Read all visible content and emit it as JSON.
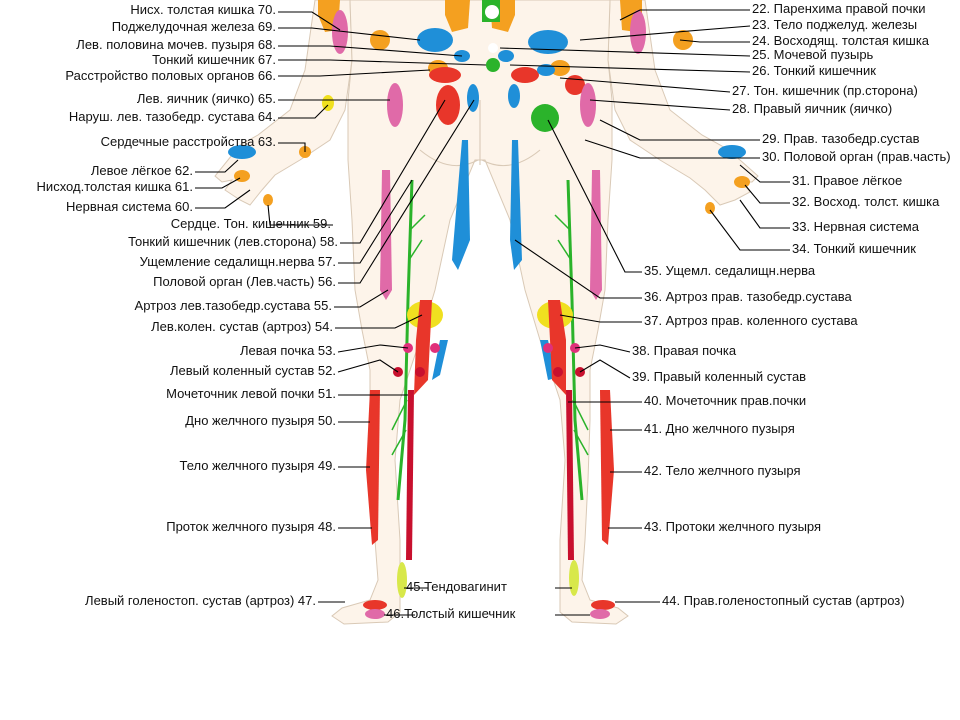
{
  "colors": {
    "skin": "#fdf4ea",
    "orange": "#f4a020",
    "pink": "#e06aa8",
    "blue": "#1f8fd8",
    "red": "#e8362a",
    "green": "#2bb32b",
    "yellow": "#f0e020",
    "magenta": "#e0307a",
    "crimson": "#c8102e"
  },
  "labels_left": [
    {
      "id": "70",
      "text": "Нисх. толстая кишка 70."
    },
    {
      "id": "69",
      "text": "Поджелудочная железа 69."
    },
    {
      "id": "68",
      "text": "Лев. половина мочев. пузыря 68."
    },
    {
      "id": "67",
      "text": "Тонкий кишечник 67."
    },
    {
      "id": "66",
      "text": "Расстройство половых органов 66."
    },
    {
      "id": "65",
      "text": "Лев. яичник (яичко) 65."
    },
    {
      "id": "64",
      "text": "Наруш. лев. тазобедр. сустава 64."
    },
    {
      "id": "63",
      "text": "Сердечные расстройства 63."
    },
    {
      "id": "62",
      "text": "Левое лёгкое 62."
    },
    {
      "id": "61",
      "text": "Нисход.толстая кишка 61."
    },
    {
      "id": "60",
      "text": "Нервная система 60."
    },
    {
      "id": "59",
      "text": "Сердце. Тон. кишечник 59."
    },
    {
      "id": "58",
      "text": "Тонкий кишечник (лев.сторона) 58."
    },
    {
      "id": "57",
      "text": "Ущемление седалищн.нерва 57."
    },
    {
      "id": "56",
      "text": "Половой орган (Лев.часть) 56."
    },
    {
      "id": "55",
      "text": "Артроз лев.тазобедр.сустава 55."
    },
    {
      "id": "54",
      "text": "Лев.колен. сустав (артроз) 54."
    },
    {
      "id": "53",
      "text": "Левая почка 53."
    },
    {
      "id": "52",
      "text": "Левый коленный сустав 52."
    },
    {
      "id": "51",
      "text": "Мочеточник левой почки 51."
    },
    {
      "id": "50",
      "text": "Дно желчного пузыря 50."
    },
    {
      "id": "49",
      "text": "Тело желчного пузыря 49."
    },
    {
      "id": "48",
      "text": "Проток желчного пузыря 48."
    },
    {
      "id": "47",
      "text": "Левый голеностоп. сустав (артроз) 47."
    }
  ],
  "labels_right": [
    {
      "id": "22",
      "text": "22. Паренхима правой почки"
    },
    {
      "id": "23",
      "text": "23. Тело поджелуд. железы"
    },
    {
      "id": "24",
      "text": "24. Восходящ. толстая кишка"
    },
    {
      "id": "25",
      "text": "25. Мочевой пузырь"
    },
    {
      "id": "26",
      "text": "26. Тонкий кишечник"
    },
    {
      "id": "27",
      "text": "27. Тон. кишечник (пр.сторона)"
    },
    {
      "id": "28",
      "text": "28. Правый яичник (яичко)"
    },
    {
      "id": "29",
      "text": "29. Прав. тазобедр.сустав"
    },
    {
      "id": "30",
      "text": "30. Половой орган (прав.часть)"
    },
    {
      "id": "31",
      "text": "31. Правое лёгкое"
    },
    {
      "id": "32",
      "text": "32. Восход. толст. кишка"
    },
    {
      "id": "33",
      "text": "33. Нервная система"
    },
    {
      "id": "34",
      "text": "34. Тонкий кишечник"
    },
    {
      "id": "35",
      "text": "35. Ущемл. седалищн.нерва"
    },
    {
      "id": "36",
      "text": "36. Артроз прав. тазобедр.сустава"
    },
    {
      "id": "37",
      "text": "37. Артроз прав. коленного сустава"
    },
    {
      "id": "38",
      "text": "38. Правая почка"
    },
    {
      "id": "39",
      "text": "39. Правый коленный сустав"
    },
    {
      "id": "40",
      "text": "40. Мочеточник прав.почки"
    },
    {
      "id": "41",
      "text": "41. Дно желчного пузыря"
    },
    {
      "id": "42",
      "text": "42. Тело желчного пузыря"
    },
    {
      "id": "43",
      "text": "43. Протоки желчного пузыря"
    },
    {
      "id": "44",
      "text": "44. Прав.голеностопный сустав (артроз)"
    }
  ],
  "labels_center": [
    {
      "id": "45",
      "text": "45.Тендовагинит"
    },
    {
      "id": "46",
      "text": "46.Толстый кишечник"
    }
  ]
}
